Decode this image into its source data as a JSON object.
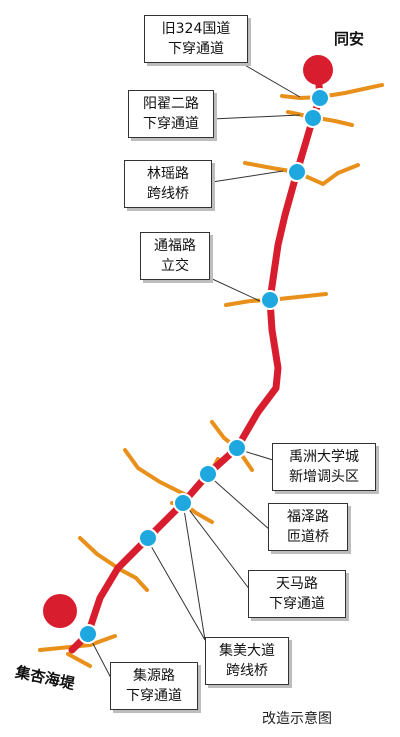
{
  "map": {
    "terminus_north": "同安",
    "terminus_south": "集杏海堤",
    "caption": "改造示意图",
    "colors": {
      "route": "#d81e2e",
      "crossroad": "#e8901a",
      "node": "#1fa8e0",
      "terminus": "#d81e2e"
    }
  },
  "nodes": [
    {
      "id": "n1",
      "line1": "旧324国道",
      "line2": "下穿通道"
    },
    {
      "id": "n2",
      "line1": "阳翟二路",
      "line2": "下穿通道"
    },
    {
      "id": "n3",
      "line1": "林瑶路",
      "line2": "跨线桥"
    },
    {
      "id": "n4",
      "line1": "通福路",
      "line2": "立交"
    },
    {
      "id": "n5",
      "line1": "禹洲大学城",
      "line2": "新增调头区"
    },
    {
      "id": "n6",
      "line1": "福泽路",
      "line2": "匝道桥"
    },
    {
      "id": "n7",
      "line1": "天马路",
      "line2": "下穿通道"
    },
    {
      "id": "n8",
      "line1": "集美大道",
      "line2": "跨线桥"
    },
    {
      "id": "n9",
      "line1": "集源路",
      "line2": "下穿通道"
    }
  ]
}
